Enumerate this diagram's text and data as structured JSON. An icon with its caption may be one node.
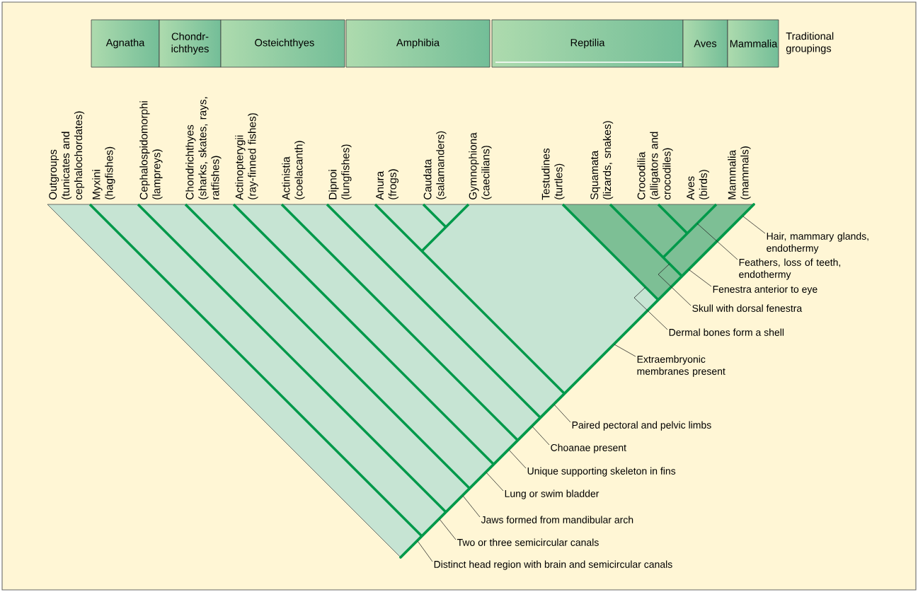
{
  "diagram": {
    "nodes": [
      {
        "text": [
          "Agnatha"
        ]
      },
      {
        "text": [
          "Chondr- ichthyes"
        ]
      },
      {
        "text": [
          "Osteichthyes"
        ]
      },
      {
        "text": [
          "Amphibia"
        ]
      },
      {
        "text": [
          "Reptilia"
        ]
      },
      {
        "text": [
          "Aves"
        ]
      },
      {
        "text": [
          "Mammalia"
        ]
      },
      {
        "text": [
          "Hair, mammary glands, endothermy"
        ]
      },
      {
        "text": [
          "Feathers, loss of teeth, endothermy"
        ]
      },
      {
        "text": [
          "Fenestra anterior to eye"
        ]
      },
      {
        "text": [
          "Skull with dorsal fenestra"
        ]
      },
      {
        "text": [
          "Dermal bones form a shell"
        ]
      },
      {
        "text": [
          "Extraembryonic membranes present"
        ]
      },
      {
        "text": [
          "Paired pectoral and pelvic limbs"
        ]
      },
      {
        "text": [
          "Choanae present"
        ]
      },
      {
        "text": [
          "Unique supporting skeleton in fins"
        ]
      },
      {
        "text": [
          "Lung or swim bladder"
        ]
      },
      {
        "text": [
          "Jaws formed from mandibular arch"
        ]
      },
      {
        "text": [
          "Two or three semicircular canals"
        ]
      },
      {
        "text": [
          "Distinct head region with brain and semicircular canals"
        ]
      }
    ],
    "edges": [
      {
        "from": 7,
        "to": null,
        "arrow": "none"
      },
      {
        "from": 8,
        "to": null,
        "arrow": "none"
      },
      {
        "from": 9,
        "to": null,
        "arrow": "none"
      },
      {
        "from": 10,
        "to": null,
        "arrow": "none"
      },
      {
        "from": 11,
        "to": null,
        "arrow": "none"
      },
      {
        "from": 12,
        "to": null,
        "arrow": "none"
      },
      {
        "from": 13,
        "to": null,
        "arrow": "none"
      },
      {
        "from": 14,
        "to": null,
        "arrow": "none"
      },
      {
        "from": 15,
        "to": null,
        "arrow": "none"
      },
      {
        "from": 16,
        "to": null,
        "arrow": "none"
      },
      {
        "from": 17,
        "to": null,
        "arrow": "none"
      },
      {
        "from": 18,
        "to": null,
        "arrow": "none"
      },
      {
        "from": 19,
        "to": null,
        "arrow": "none"
      }
    ],
    "labels": [
      "Traditional groupings",
      "Outgroups",
      "(tunicates and cephalochordates)",
      "Myxini",
      "(hagfishes)",
      "Cephalospidomorphi",
      "(lampreys)",
      "Chondrichthyes",
      "(sharks, skates, rays, ratfishes)",
      "Actinopterygii",
      "(ray-finned fishes)",
      "Actinistia",
      "(coelacanth)",
      "Dipnoi",
      "(lungfishes)",
      "Anura",
      "(frogs)",
      "Caudata",
      "(salamanders)",
      "Gymnophiona",
      "(caecilians)",
      "Testudines",
      "(turtles)",
      "Squamata",
      "(lizards, snakes)",
      "Crocodilia",
      "(alligators and crocodiles)",
      "Aves",
      "(birds)",
      "Mammalia",
      "(mammals)"
    ]
  }
}
